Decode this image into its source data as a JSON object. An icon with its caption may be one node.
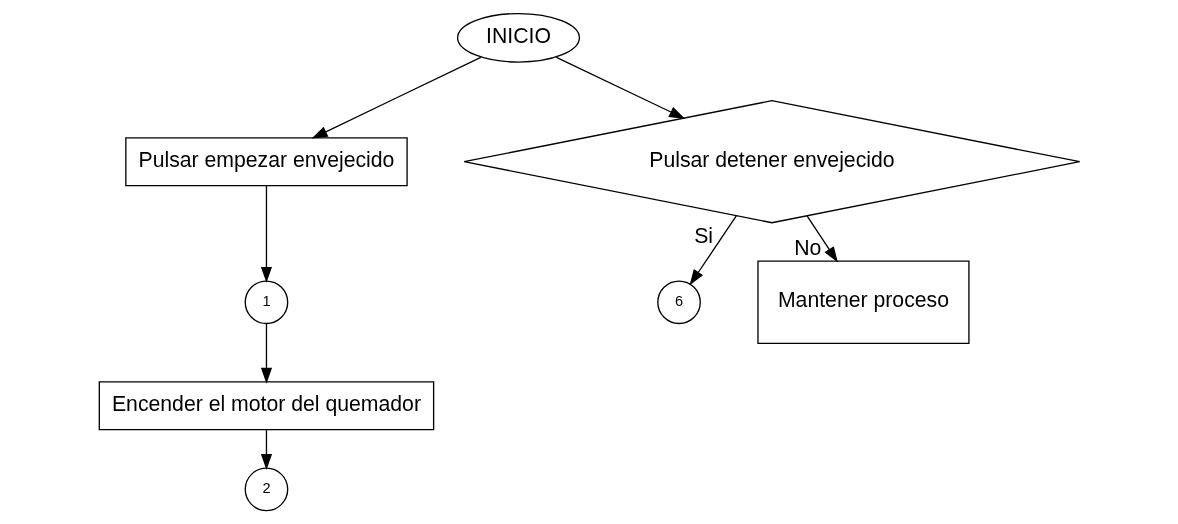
{
  "diagram": {
    "nodes": [
      {
        "text": [
          "INICIO"
        ]
      },
      {
        "text": [
          "Pulsar empezar envejecido"
        ]
      },
      {
        "text": [
          "1"
        ]
      },
      {
        "text": [
          "Encender el motor del quemador"
        ]
      },
      {
        "text": [
          "2"
        ]
      },
      {
        "text": [
          "Pulsar detener envejecido"
        ]
      },
      {
        "text": [
          "6"
        ]
      },
      {
        "text": [
          "Mantener proceso"
        ]
      }
    ],
    "edges": [
      {
        "from": 0,
        "to": 1,
        "arrow": "to"
      },
      {
        "from": 0,
        "to": 5,
        "arrow": "to"
      },
      {
        "from": 1,
        "to": 2,
        "arrow": "to"
      },
      {
        "from": 2,
        "to": 3,
        "arrow": "to"
      },
      {
        "from": 3,
        "to": 4,
        "arrow": "to"
      },
      {
        "from": 5,
        "to": 6,
        "arrow": "to",
        "label": "Si"
      },
      {
        "from": 5,
        "to": 7,
        "arrow": "to",
        "label": "No"
      }
    ]
  }
}
